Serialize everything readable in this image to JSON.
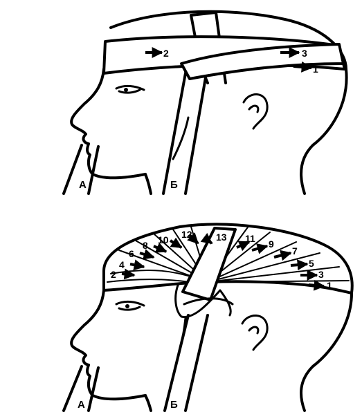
{
  "panel_top": {
    "strap_labels": [
      "А",
      "Б"
    ],
    "turns": [
      "1",
      "2",
      "3"
    ]
  },
  "panel_bottom": {
    "strap_labels": [
      "А",
      "Б"
    ],
    "turns": [
      "1",
      "2",
      "3",
      "4",
      "5",
      "6",
      "7",
      "8",
      "9",
      "10",
      "11",
      "12",
      "13"
    ]
  }
}
